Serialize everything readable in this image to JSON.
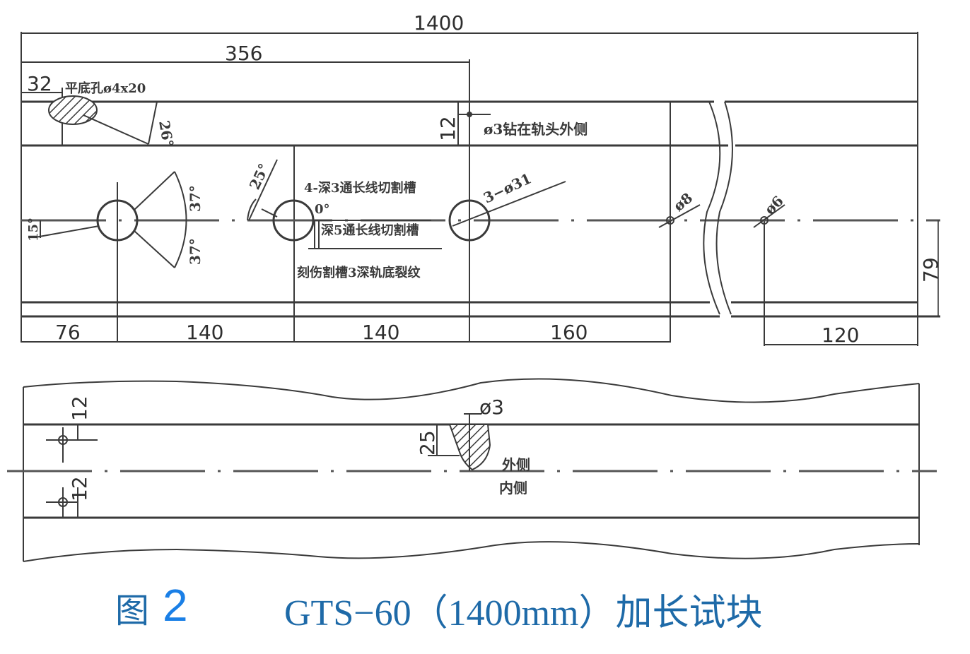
{
  "figure": {
    "label": "图",
    "number": "2",
    "title": "GTS−60（1400mm）加长试块",
    "caption_color": "#1e6aa8",
    "number_color": "#1a7fe6"
  },
  "top_view": {
    "dimensions": {
      "overall_length": "1400",
      "to_drill_hole": "356",
      "flat_hole_offset": "32",
      "drill_offset": "12",
      "height": "79",
      "seg1": "76",
      "seg2": "140",
      "seg3": "140",
      "seg4": "160",
      "seg_end": "120"
    },
    "angles": {
      "flat_hole": "26°",
      "hole1_upper": "37°",
      "hole1_lower": "37°",
      "hole1_left": "15°",
      "hole2": "25°",
      "hole2_slot": "0°"
    },
    "notes": {
      "flat_bottom_hole": "平底孔ø4x20",
      "drill_note": "ø3钻在轨头外侧",
      "slots_3": "4-深3通长线切割槽",
      "slots_5": "深5通长线切割槽",
      "rail_base_crack": "刻伤割槽3深轨底裂纹",
      "holes_31": "3−ø31",
      "hole_8": "ø8",
      "hole_6": "ø6"
    }
  },
  "bottom_view": {
    "dimensions": {
      "upper_offset": "12",
      "lower_offset": "12",
      "drill_diameter": "ø3",
      "drill_depth": "25"
    },
    "labels": {
      "outer_side": "外侧",
      "inner_side": "内侧"
    }
  }
}
